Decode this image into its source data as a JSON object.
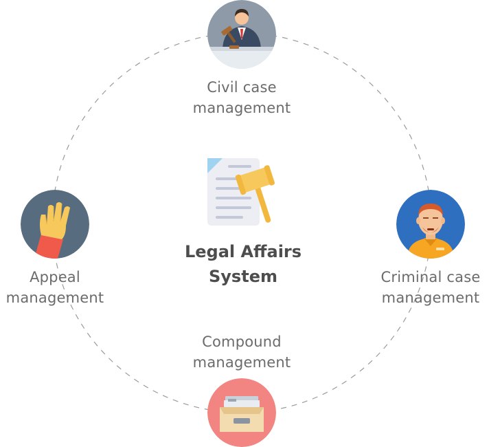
{
  "center": {
    "title_line1": "Legal Affairs",
    "title_line2": "System",
    "icon": "legal-document-gavel-icon"
  },
  "nodes": {
    "civil": {
      "line1": "Civil case",
      "line2": "management",
      "icon": "judge-icon",
      "color": "#8e9aa7"
    },
    "criminal": {
      "line1": "Criminal case",
      "line2": "management",
      "icon": "prisoner-icon",
      "color": "#2f6fbf"
    },
    "compound": {
      "line1": "Compound",
      "line2": "management",
      "icon": "file-drawer-icon",
      "color": "#f28482"
    },
    "appeal": {
      "line1": "Appeal",
      "line2": "management",
      "icon": "raised-hand-icon",
      "color": "#586c80"
    }
  }
}
